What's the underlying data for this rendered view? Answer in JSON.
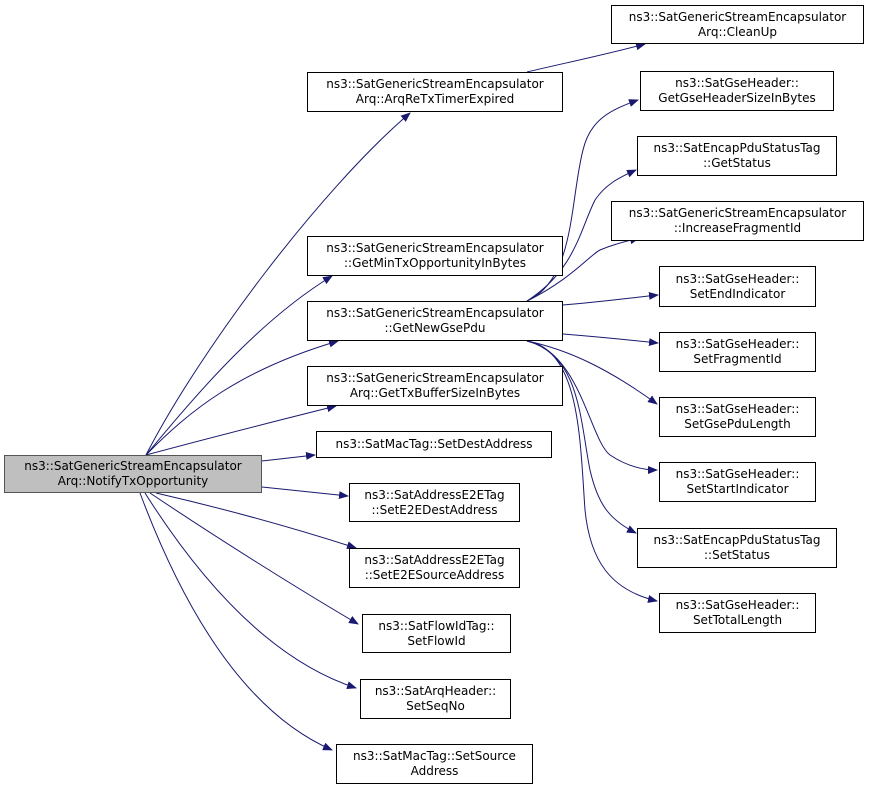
{
  "nodes": {
    "root": {
      "line1": "ns3::SatGenericStreamEncapsulator",
      "line2": "Arq::NotifyTxOpportunity"
    },
    "arqRetx": {
      "line1": "ns3::SatGenericStreamEncapsulator",
      "line2": "Arq::ArqReTxTimerExpired"
    },
    "cleanUp": {
      "line1": "ns3::SatGenericStreamEncapsulator",
      "line2": "Arq::CleanUp"
    },
    "getMinTx": {
      "line1": "ns3::SatGenericStreamEncapsulator",
      "line2": "::GetMinTxOpportunityInBytes"
    },
    "getNewGsePdu": {
      "line1": "ns3::SatGenericStreamEncapsulator",
      "line2": "::GetNewGsePdu"
    },
    "getTxBuffer": {
      "line1": "ns3::SatGenericStreamEncapsulator",
      "line2": "Arq::GetTxBufferSizeInBytes"
    },
    "setDestAddress": {
      "line1": "ns3::SatMacTag::SetDestAddress",
      "line2": ""
    },
    "setE2EDest": {
      "line1": "ns3::SatAddressE2ETag",
      "line2": "::SetE2EDestAddress"
    },
    "setE2ESource": {
      "line1": "ns3::SatAddressE2ETag",
      "line2": "::SetE2ESourceAddress"
    },
    "setFlowId": {
      "line1": "ns3::SatFlowIdTag::",
      "line2": "SetFlowId"
    },
    "setSeqNo": {
      "line1": "ns3::SatArqHeader::",
      "line2": "SetSeqNo"
    },
    "setSourceAddress": {
      "line1": "ns3::SatMacTag::SetSource",
      "line2": "Address"
    },
    "getGseHeaderSize": {
      "line1": "ns3::SatGseHeader::",
      "line2": "GetGseHeaderSizeInBytes"
    },
    "getStatus": {
      "line1": "ns3::SatEncapPduStatusTag",
      "line2": "::GetStatus"
    },
    "increaseFragmentId": {
      "line1": "ns3::SatGenericStreamEncapsulator",
      "line2": "::IncreaseFragmentId"
    },
    "setEndIndicator": {
      "line1": "ns3::SatGseHeader::",
      "line2": "SetEndIndicator"
    },
    "setFragmentId": {
      "line1": "ns3::SatGseHeader::",
      "line2": "SetFragmentId"
    },
    "setGsePduLength": {
      "line1": "ns3::SatGseHeader::",
      "line2": "SetGsePduLength"
    },
    "setStartIndicator": {
      "line1": "ns3::SatGseHeader::",
      "line2": "SetStartIndicator"
    },
    "setStatus": {
      "line1": "ns3::SatEncapPduStatusTag",
      "line2": "::SetStatus"
    },
    "setTotalLength": {
      "line1": "ns3::SatGseHeader::",
      "line2": "SetTotalLength"
    }
  },
  "colors": {
    "edge": "#191970",
    "root_fill": "#bfbfbf",
    "node_fill": "#ffffff",
    "border": "#000000"
  }
}
